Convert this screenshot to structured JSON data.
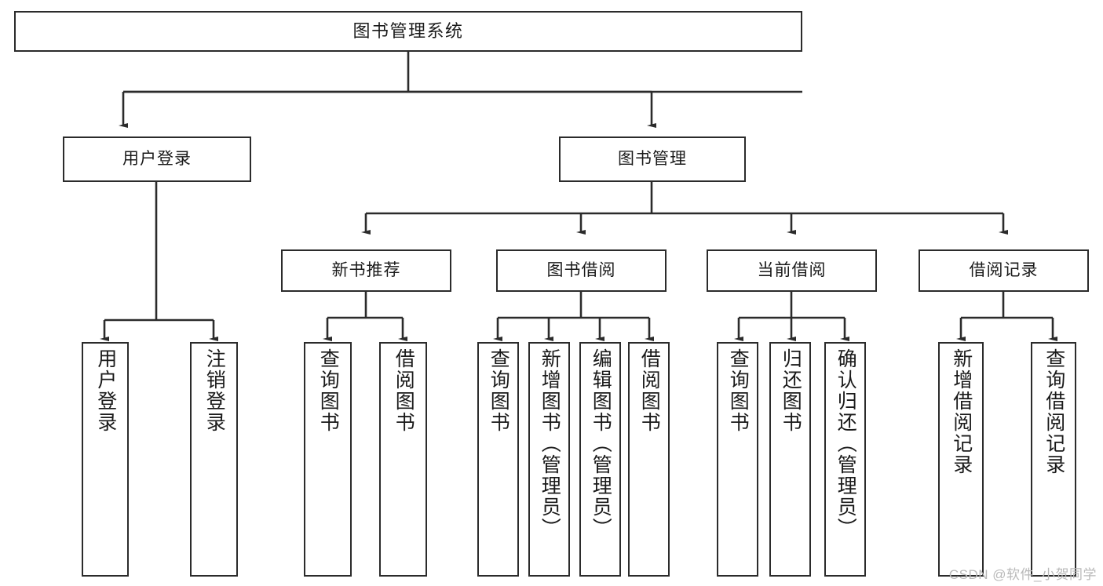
{
  "diagram": {
    "title": "图书管理系统",
    "type": "tree-hierarchy",
    "watermark": "CSDN @软件_小贺同学",
    "colors": {
      "stroke": "#2b2b2b",
      "fill": "#ffffff",
      "text": "#1a1a1a",
      "watermark": "#b9b9b9"
    },
    "nodes": {
      "root": {
        "label": "图书管理系统"
      },
      "level2": [
        {
          "id": "user-login",
          "label": "用户登录"
        },
        {
          "id": "book-manage",
          "label": "图书管理"
        }
      ],
      "level3": [
        {
          "id": "new-book-recommend",
          "label": "新书推荐"
        },
        {
          "id": "book-borrow",
          "label": "图书借阅"
        },
        {
          "id": "current-borrow",
          "label": "当前借阅"
        },
        {
          "id": "borrow-record",
          "label": "借阅记录"
        }
      ],
      "leaves": {
        "user-login": [
          {
            "id": "leaf-user-login",
            "label": "用户登录"
          },
          {
            "id": "leaf-logout",
            "label": "注销登录"
          }
        ],
        "new-book-recommend": [
          {
            "id": "leaf-query-book-1",
            "label": "查询图书"
          },
          {
            "id": "leaf-borrow-book-1",
            "label": "借阅图书"
          }
        ],
        "book-borrow": [
          {
            "id": "leaf-query-book-2",
            "label": "查询图书"
          },
          {
            "id": "leaf-add-book",
            "label": "新增图书（管理员）"
          },
          {
            "id": "leaf-edit-book",
            "label": "编辑图书（管理员）"
          },
          {
            "id": "leaf-borrow-book-2",
            "label": "借阅图书"
          }
        ],
        "current-borrow": [
          {
            "id": "leaf-query-book-3",
            "label": "查询图书"
          },
          {
            "id": "leaf-return-book",
            "label": "归还图书"
          },
          {
            "id": "leaf-confirm-return",
            "label": "确认归还（管理员）"
          }
        ],
        "borrow-record": [
          {
            "id": "leaf-add-record",
            "label": "新增借阅记录"
          },
          {
            "id": "leaf-query-record",
            "label": "查询借阅记录"
          }
        ]
      }
    }
  }
}
